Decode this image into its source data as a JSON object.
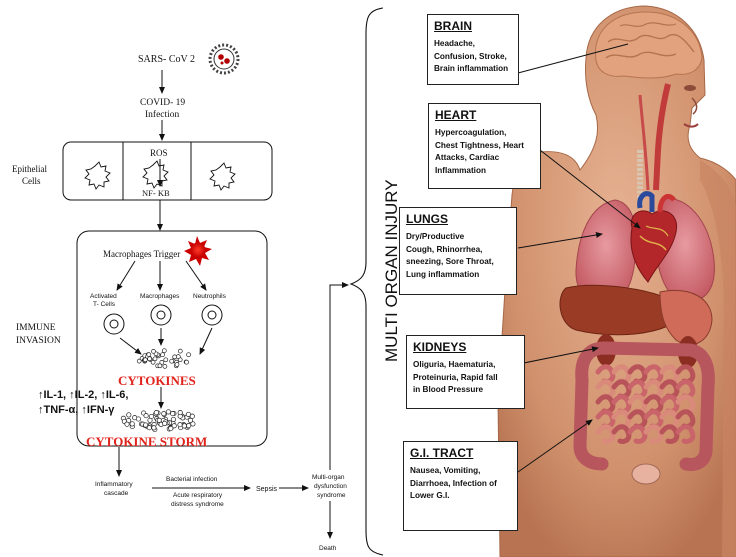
{
  "flow": {
    "virus": "SARS- CoV 2",
    "infection_line1": "COVID- 19",
    "infection_line2": "Infection",
    "ros": "ROS",
    "nfkb": "NF- KB",
    "epithelial_line1": "Epithelial",
    "epithelial_line2": "Cells",
    "macrophages_trigger": "Macrophages Trigger",
    "activated_line1": "Activated",
    "activated_line2": "T- Cells",
    "macrophages": "Macrophages",
    "neutrophils": "Neutrophils",
    "immune_line1": "IMMUNE",
    "immune_line2": "INVASION",
    "cytokines": "CYTOKINES",
    "il_line1": "↑IL-1, ↑IL-2, ↑IL-6,",
    "il_line2": "↑TNF-α, ↑IFN-γ",
    "cytokine_storm": "CYTOKINE STORM",
    "inflammatory_line1": "Inflammatory",
    "inflammatory_line2": "cascade",
    "bacterial": "Bacterial infection",
    "ards_line1": "Acute respiratory",
    "ards_line2": "distress syndrome",
    "sepsis": "Sepsis",
    "modys_line1": "Multi-organ",
    "modys_line2": "dysfunction",
    "modys_line3": "syndrome",
    "death": "Death"
  },
  "multi_organ_label": "MULTI ORGAN INJURY",
  "organs": {
    "brain": {
      "title": "BRAIN",
      "lines": [
        "Headache,",
        "Confusion,  Stroke,",
        "Brain inflammation"
      ]
    },
    "heart": {
      "title": "HEART",
      "lines": [
        "Hypercoagulation,",
        "Chest Tightness, Heart",
        "Attacks, Cardiac",
        "Inflammation"
      ]
    },
    "lungs": {
      "title": "LUNGS",
      "lines": [
        "Dry/Productive",
        "Cough, Rhinorrhea,",
        "sneezing, Sore Throat,",
        "Lung inflammation"
      ]
    },
    "kidneys": {
      "title": "KIDNEYS",
      "lines": [
        "Oliguria, Haematuria,",
        "Proteinuria,  Rapid fall",
        "in Blood Pressure"
      ]
    },
    "gi": {
      "title": "G.I. TRACT",
      "lines": [
        "Nausea, Vomiting,",
        "Diarrhoea, Infection  of",
        "Lower G.I."
      ]
    }
  },
  "colors": {
    "cytokine_red": "#e0241c",
    "skin": "#d79a78",
    "brain_pink": "#e2a27e",
    "lung_pink": "#d9737a",
    "heart_red": "#b3262a",
    "liver_brown": "#9a3b25",
    "intestine": "#c9656a"
  }
}
